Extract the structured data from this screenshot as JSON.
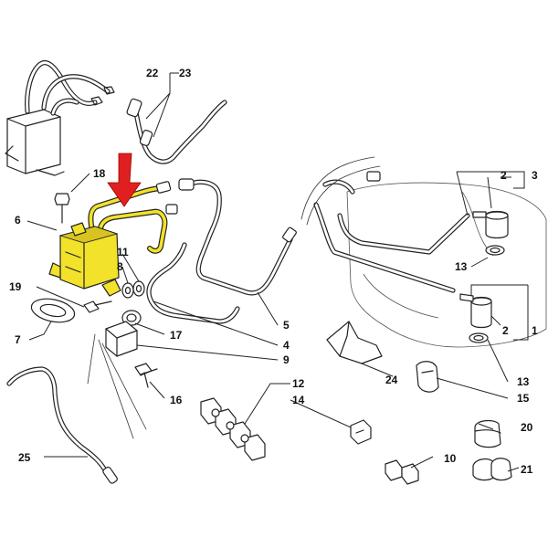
{
  "labels": {
    "l1": "1",
    "l2a": "2",
    "l2b": "2",
    "l3": "3",
    "l4": "4",
    "l5": "5",
    "l6": "6",
    "l7": "7",
    "l8": "8",
    "l9": "9",
    "l10": "10",
    "l11": "11",
    "l12": "12",
    "l13a": "13",
    "l13b": "13",
    "l14": "14",
    "l15": "15",
    "l16": "16",
    "l17": "17",
    "l18": "18",
    "l19": "19",
    "l20": "20",
    "l21": "21",
    "l22": "22",
    "l23": "23",
    "l24": "24",
    "l25": "25"
  },
  "colors": {
    "highlight": "#f2e22a",
    "arrow": "#e02020",
    "line": "#222222"
  }
}
